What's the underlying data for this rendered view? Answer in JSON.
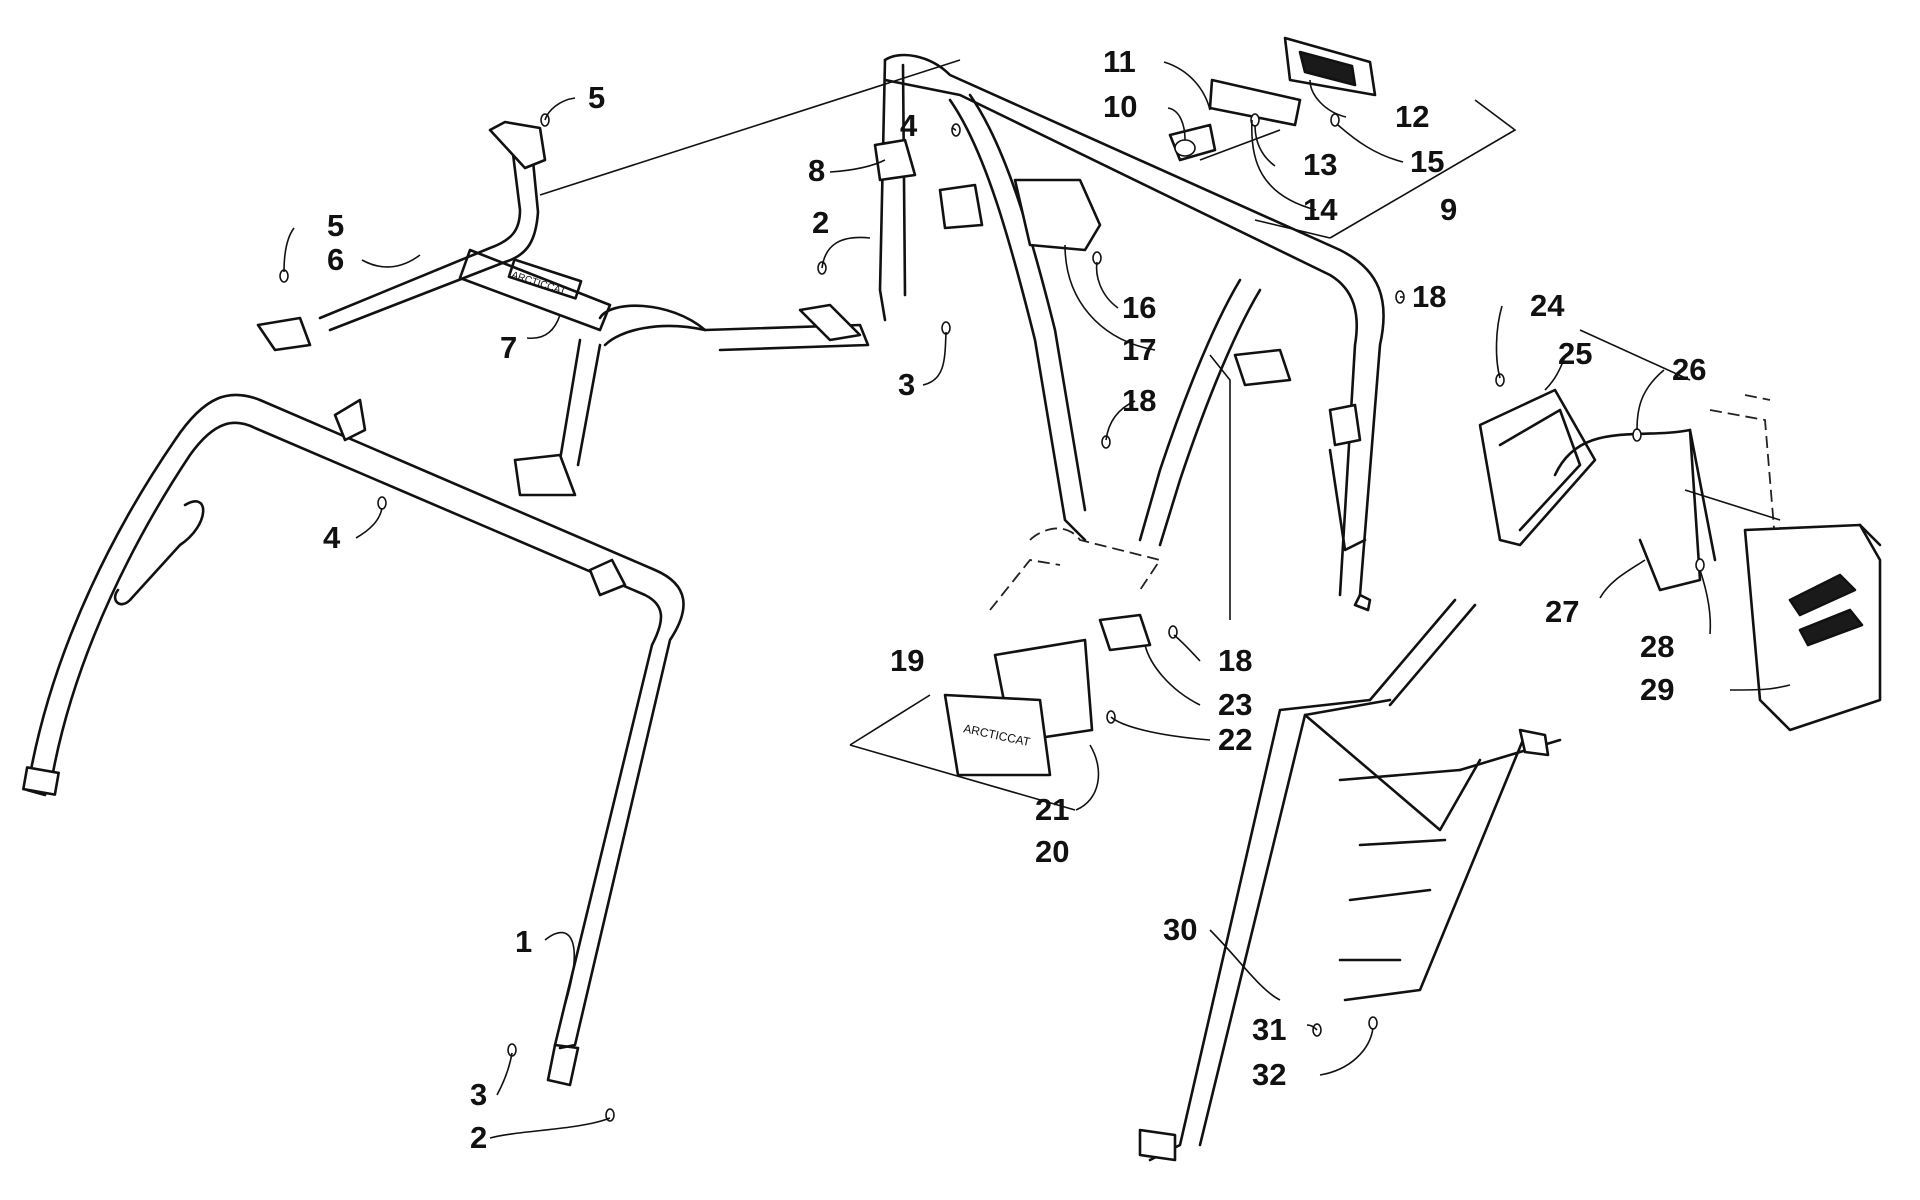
{
  "diagram": {
    "callouts": [
      {
        "id": "c1",
        "label": "1"
      },
      {
        "id": "c2a",
        "label": "2"
      },
      {
        "id": "c2b",
        "label": "2"
      },
      {
        "id": "c3a",
        "label": "3"
      },
      {
        "id": "c3b",
        "label": "3"
      },
      {
        "id": "c4a",
        "label": "4"
      },
      {
        "id": "c4b",
        "label": "4"
      },
      {
        "id": "c5a",
        "label": "5"
      },
      {
        "id": "c5b",
        "label": "5"
      },
      {
        "id": "c6",
        "label": "6"
      },
      {
        "id": "c7",
        "label": "7"
      },
      {
        "id": "c8",
        "label": "8"
      },
      {
        "id": "c9",
        "label": "9"
      },
      {
        "id": "c10",
        "label": "10"
      },
      {
        "id": "c11",
        "label": "11"
      },
      {
        "id": "c12",
        "label": "12"
      },
      {
        "id": "c13",
        "label": "13"
      },
      {
        "id": "c14",
        "label": "14"
      },
      {
        "id": "c15",
        "label": "15"
      },
      {
        "id": "c16",
        "label": "16"
      },
      {
        "id": "c17",
        "label": "17"
      },
      {
        "id": "c18a",
        "label": "18"
      },
      {
        "id": "c18b",
        "label": "18"
      },
      {
        "id": "c18c",
        "label": "18"
      },
      {
        "id": "c19",
        "label": "19"
      },
      {
        "id": "c20",
        "label": "20"
      },
      {
        "id": "c21",
        "label": "21"
      },
      {
        "id": "c22",
        "label": "22"
      },
      {
        "id": "c23",
        "label": "23"
      },
      {
        "id": "c24",
        "label": "24"
      },
      {
        "id": "c25",
        "label": "25"
      },
      {
        "id": "c26",
        "label": "26"
      },
      {
        "id": "c27",
        "label": "27"
      },
      {
        "id": "c28",
        "label": "28"
      },
      {
        "id": "c29",
        "label": "29"
      },
      {
        "id": "c30",
        "label": "30"
      },
      {
        "id": "c31",
        "label": "31"
      },
      {
        "id": "c32",
        "label": "32"
      }
    ]
  }
}
